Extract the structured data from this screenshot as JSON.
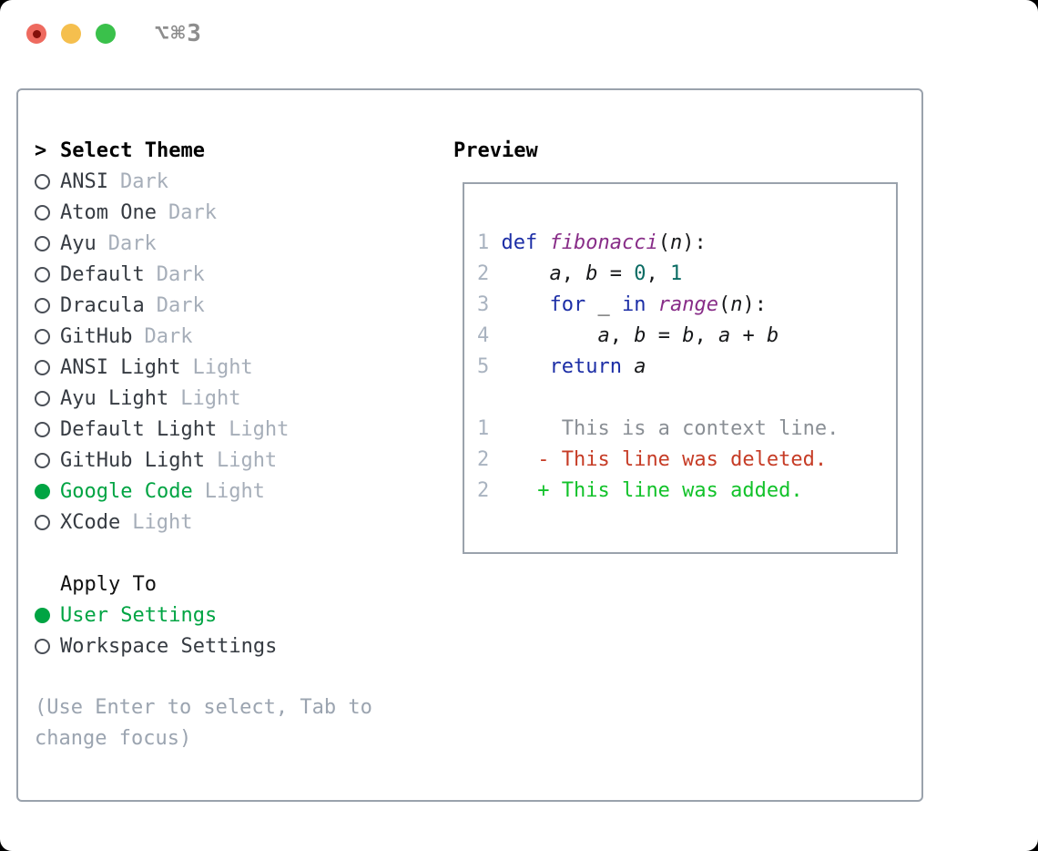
{
  "titlebar": {
    "shortcut": "⌥⌘3",
    "traffic_lights": [
      "close",
      "minimize",
      "zoom"
    ]
  },
  "theme_selector": {
    "title_prefix": ">",
    "title": "Select Theme",
    "themes": [
      {
        "name": "ANSI",
        "variant": "Dark",
        "selected": false
      },
      {
        "name": "Atom One",
        "variant": "Dark",
        "selected": false
      },
      {
        "name": "Ayu",
        "variant": "Dark",
        "selected": false
      },
      {
        "name": "Default",
        "variant": "Dark",
        "selected": false
      },
      {
        "name": "Dracula",
        "variant": "Dark",
        "selected": false
      },
      {
        "name": "GitHub",
        "variant": "Dark",
        "selected": false
      },
      {
        "name": "ANSI Light",
        "variant": "Light",
        "selected": false
      },
      {
        "name": "Ayu Light",
        "variant": "Light",
        "selected": false
      },
      {
        "name": "Default Light",
        "variant": "Light",
        "selected": false
      },
      {
        "name": "GitHub Light",
        "variant": "Light",
        "selected": false
      },
      {
        "name": "Google Code",
        "variant": "Light",
        "selected": true
      },
      {
        "name": "XCode",
        "variant": "Light",
        "selected": false
      }
    ],
    "apply_to": {
      "title": "Apply To",
      "options": [
        {
          "label": "User Settings",
          "selected": true
        },
        {
          "label": "Workspace Settings",
          "selected": false
        }
      ]
    },
    "hint_lines": [
      "(Use Enter to select, Tab to",
      "change focus)"
    ]
  },
  "preview": {
    "title": "Preview",
    "lines": [
      {
        "num": "1",
        "tokens": [
          [
            "p",
            " "
          ],
          [
            "kw",
            "def"
          ],
          [
            "p",
            " "
          ],
          [
            "fn",
            "fibonacci"
          ],
          [
            "p",
            "("
          ],
          [
            "id",
            "n"
          ],
          [
            "p",
            "):"
          ]
        ]
      },
      {
        "num": "2",
        "tokens": [
          [
            "p",
            "     "
          ],
          [
            "id",
            "a"
          ],
          [
            "p",
            ", "
          ],
          [
            "id",
            "b"
          ],
          [
            "p",
            " = "
          ],
          [
            "lit",
            "0"
          ],
          [
            "p",
            ", "
          ],
          [
            "lit",
            "1"
          ]
        ]
      },
      {
        "num": "3",
        "tokens": [
          [
            "p",
            "     "
          ],
          [
            "kw",
            "for"
          ],
          [
            "p",
            " "
          ],
          [
            "id",
            "_"
          ],
          [
            "p",
            " "
          ],
          [
            "kw",
            "in"
          ],
          [
            "p",
            " "
          ],
          [
            "fn",
            "range"
          ],
          [
            "p",
            "("
          ],
          [
            "id",
            "n"
          ],
          [
            "p",
            "):"
          ]
        ]
      },
      {
        "num": "4",
        "tokens": [
          [
            "p",
            "         "
          ],
          [
            "id",
            "a"
          ],
          [
            "p",
            ", "
          ],
          [
            "id",
            "b"
          ],
          [
            "p",
            " = "
          ],
          [
            "id",
            "b"
          ],
          [
            "p",
            ", "
          ],
          [
            "id",
            "a"
          ],
          [
            "p",
            " + "
          ],
          [
            "id",
            "b"
          ]
        ]
      },
      {
        "num": "5",
        "tokens": [
          [
            "p",
            "     "
          ],
          [
            "kw",
            "return"
          ],
          [
            "p",
            " "
          ],
          [
            "id",
            "a"
          ]
        ]
      },
      {
        "num": "",
        "tokens": []
      },
      {
        "num": "1",
        "tokens": [
          [
            "ctx",
            "      This is a context line."
          ]
        ]
      },
      {
        "num": "2",
        "tokens": [
          [
            "p",
            "    "
          ],
          [
            "del",
            "- This line was deleted."
          ]
        ]
      },
      {
        "num": "2",
        "tokens": [
          [
            "p",
            "    "
          ],
          [
            "add",
            "+ This line was added."
          ]
        ]
      }
    ]
  },
  "colors": {
    "accent": "#00a443",
    "border": "#9aa2ac",
    "tl_red": "#ee6a5f",
    "tl_yellow": "#f5bf4e",
    "tl_green": "#3ac14b",
    "syntax_keyword": "#1c2ea6",
    "syntax_function": "#882d88",
    "syntax_literal": "#0a6b63",
    "diff_deleted": "#c63c26",
    "diff_added": "#12c22a"
  }
}
